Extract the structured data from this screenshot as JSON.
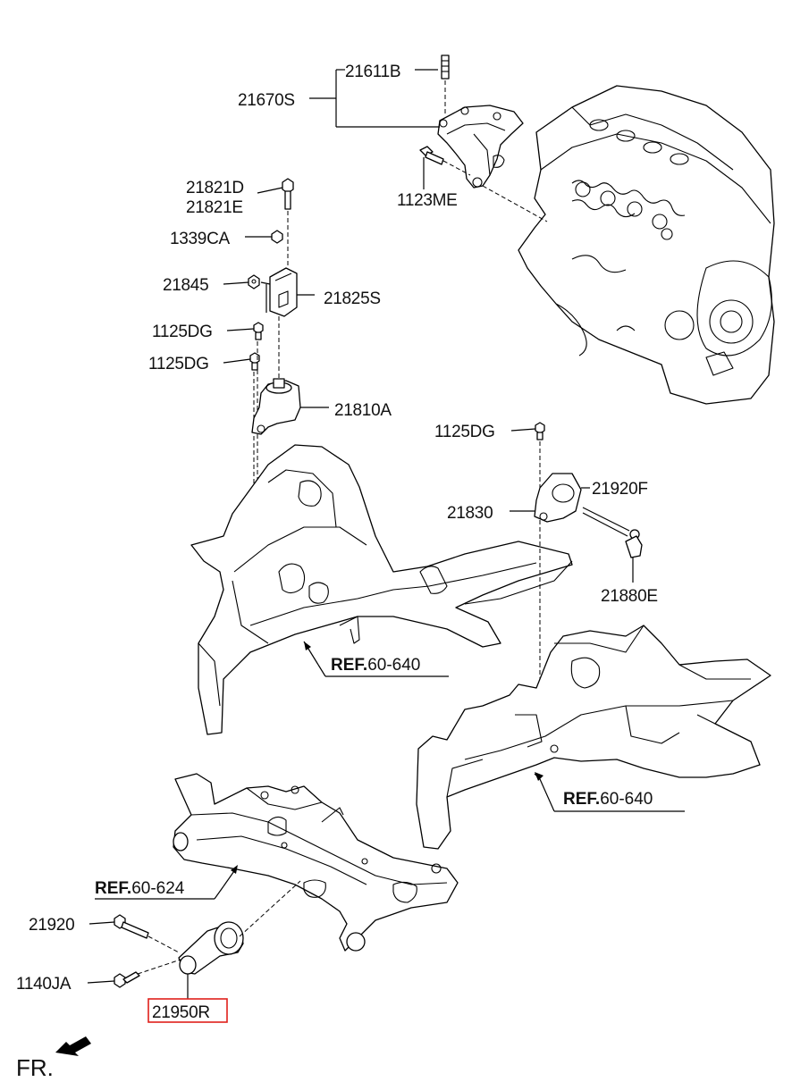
{
  "labels": {
    "p21611B": "21611B",
    "p21670S": "21670S",
    "p1123ME": "1123ME",
    "p21821D": "21821D",
    "p21821E": "21821E",
    "p1339CA": "1339CA",
    "p21845": "21845",
    "p21825S": "21825S",
    "p1125DG_a": "1125DG",
    "p1125DG_b": "1125DG",
    "p21810A": "21810A",
    "p1125DG_c": "1125DG",
    "p21920F": "21920F",
    "p21830": "21830",
    "p21880E": "21880E",
    "p21920": "21920",
    "p1140JA": "1140JA",
    "p21950R": "21950R"
  },
  "refs": {
    "ref1": {
      "prefix": "REF.",
      "number": "60-640"
    },
    "ref2": {
      "prefix": "REF.",
      "number": "60-640"
    },
    "ref3": {
      "prefix": "REF.",
      "number": "60-624"
    }
  },
  "front_label": "FR.",
  "highlight_color": "#e0201b"
}
